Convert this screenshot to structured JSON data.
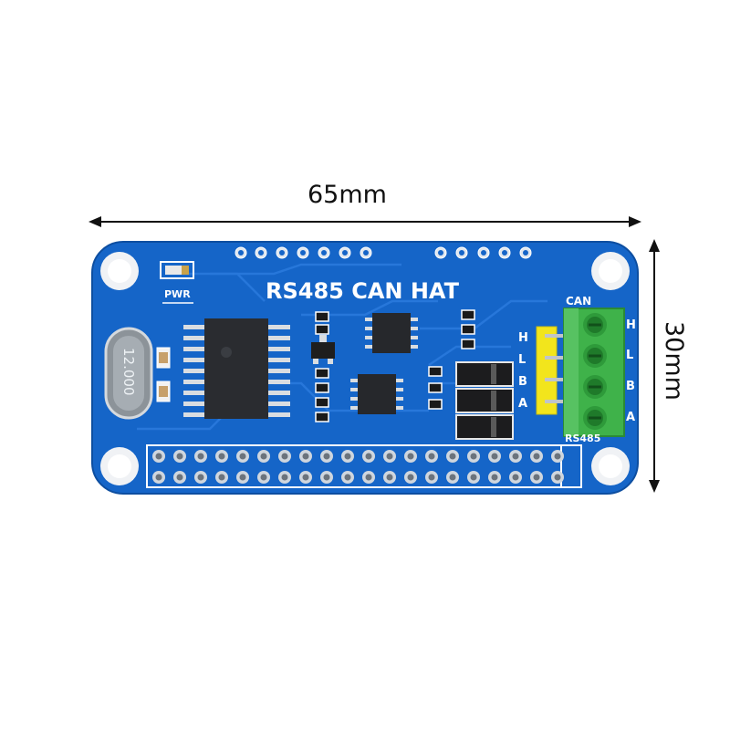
{
  "dimensions": {
    "width_label": "65mm",
    "height_label": "30mm"
  },
  "board": {
    "title": "RS485 CAN HAT",
    "pwr_label": "PWR",
    "crystal_label": "12.000",
    "can_label": "CAN",
    "rs485_label": "RS485",
    "can_terminal_letters": [
      "H",
      "L",
      "B",
      "A"
    ],
    "header_letters": [
      "H",
      "L",
      "B",
      "A"
    ],
    "colors": {
      "pcb": "#1565c8",
      "terminal": "#3fb24a",
      "pin_header": "#f2e51c",
      "silkscreen": "#ffffff"
    }
  },
  "icons": [
    "arrow-left-icon",
    "arrow-right-icon",
    "arrow-up-icon",
    "arrow-down-icon"
  ]
}
